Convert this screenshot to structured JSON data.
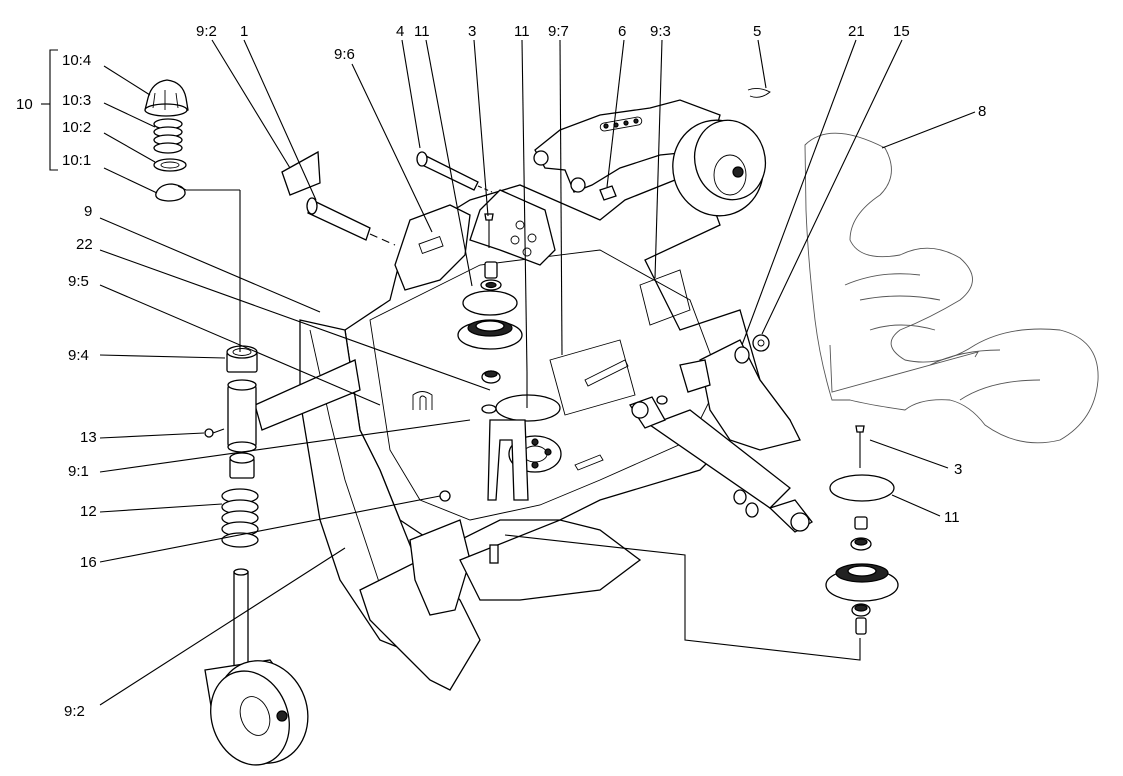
{
  "labels": {
    "l_10": "10",
    "l_10_4": "10:4",
    "l_10_3": "10:3",
    "l_10_2": "10:2",
    "l_10_1": "10:1",
    "l_9_2_top": "9:2",
    "l_1": "1",
    "l_9_6": "9:6",
    "l_4": "4",
    "l_11_a": "11",
    "l_3_a": "3",
    "l_11_b": "11",
    "l_9_7": "9:7",
    "l_6": "6",
    "l_9_3": "9:3",
    "l_5": "5",
    "l_21": "21",
    "l_15": "15",
    "l_8": "8",
    "l_9": "9",
    "l_22": "22",
    "l_9_5": "9:5",
    "l_9_4": "9:4",
    "l_13": "13",
    "l_9_1": "9:1",
    "l_12": "12",
    "l_16": "16",
    "l_9_2_bottom": "9:2",
    "l_3_b": "3",
    "l_11_c": "11"
  }
}
